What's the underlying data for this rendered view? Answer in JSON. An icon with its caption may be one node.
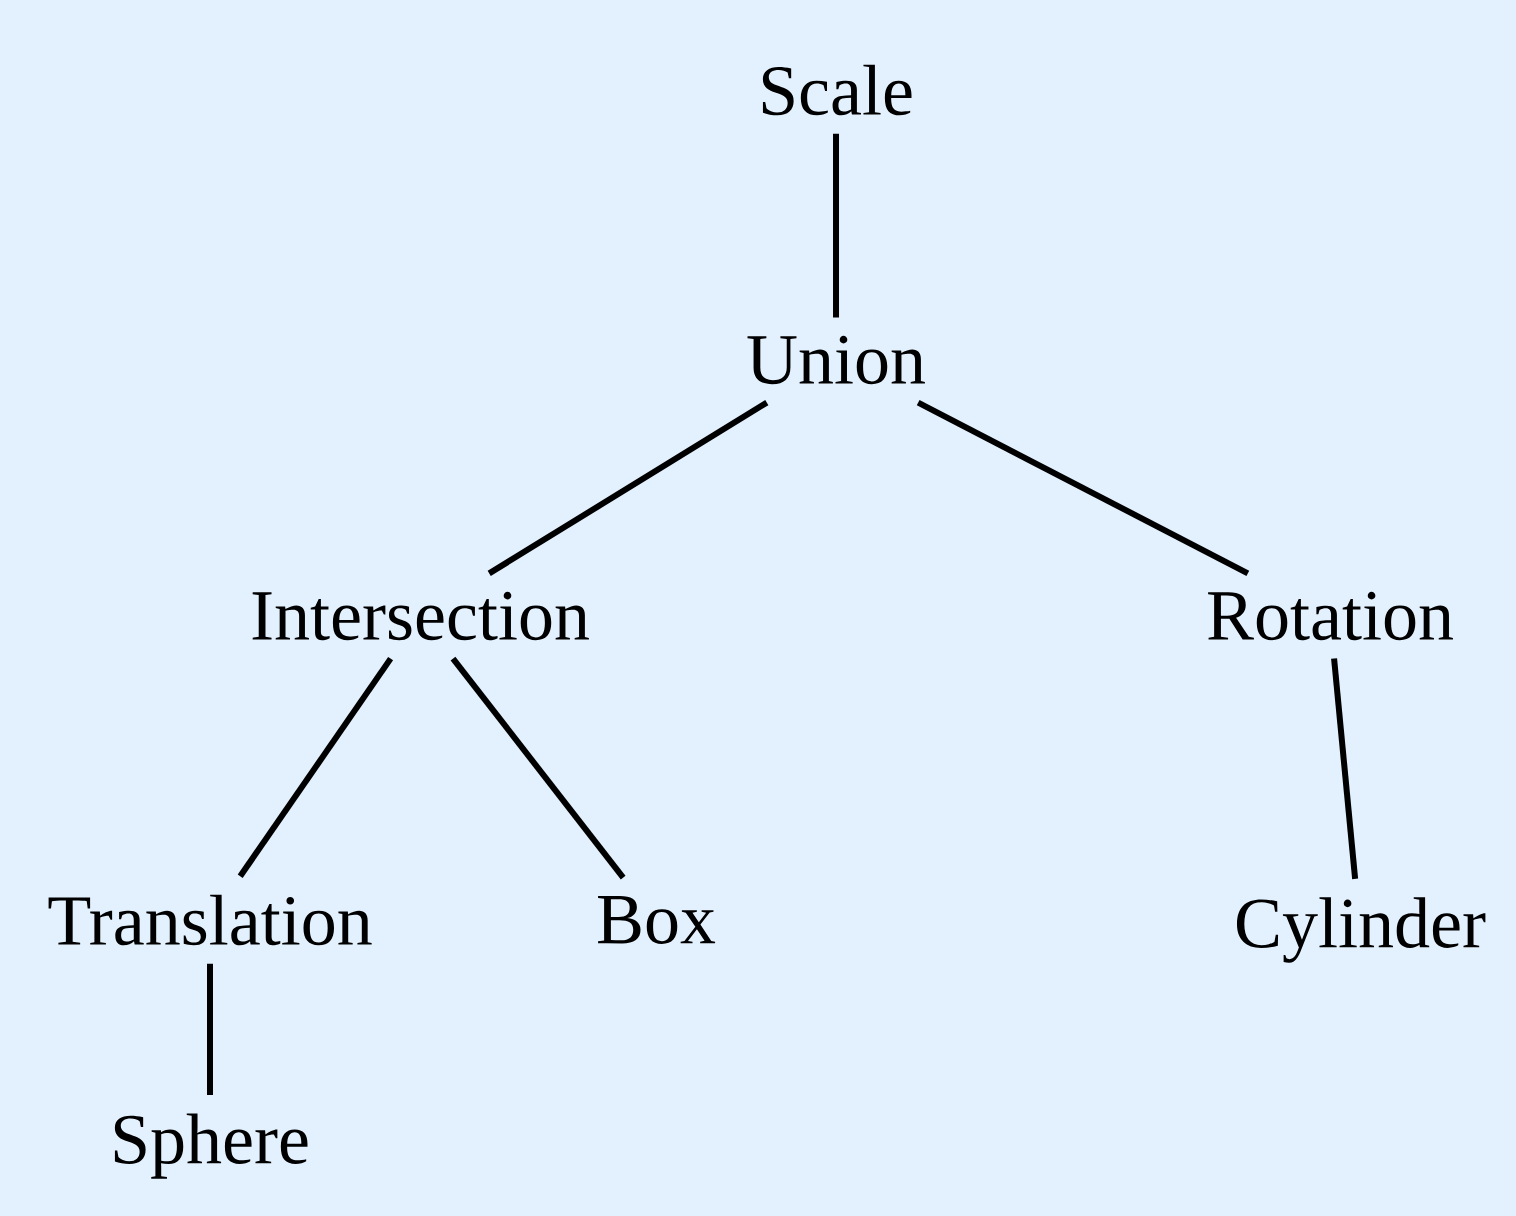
{
  "diagram": {
    "nodes": [
      {
        "text": [
          "Scale"
        ]
      },
      {
        "text": [
          "Union"
        ]
      },
      {
        "text": [
          "Intersection"
        ]
      },
      {
        "text": [
          "Rotation"
        ]
      },
      {
        "text": [
          "Translation"
        ]
      },
      {
        "text": [
          "Box"
        ]
      },
      {
        "text": [
          "Cylinder"
        ]
      },
      {
        "text": [
          "Sphere"
        ]
      }
    ],
    "edges": [
      {
        "from": 0,
        "to": 1,
        "arrow": "none"
      },
      {
        "from": 1,
        "to": 2,
        "arrow": "none"
      },
      {
        "from": 1,
        "to": 3,
        "arrow": "none"
      },
      {
        "from": 2,
        "to": 4,
        "arrow": "none"
      },
      {
        "from": 2,
        "to": 5,
        "arrow": "none"
      },
      {
        "from": 3,
        "to": 6,
        "arrow": "none"
      },
      {
        "from": 4,
        "to": 7,
        "arrow": "none"
      }
    ]
  }
}
